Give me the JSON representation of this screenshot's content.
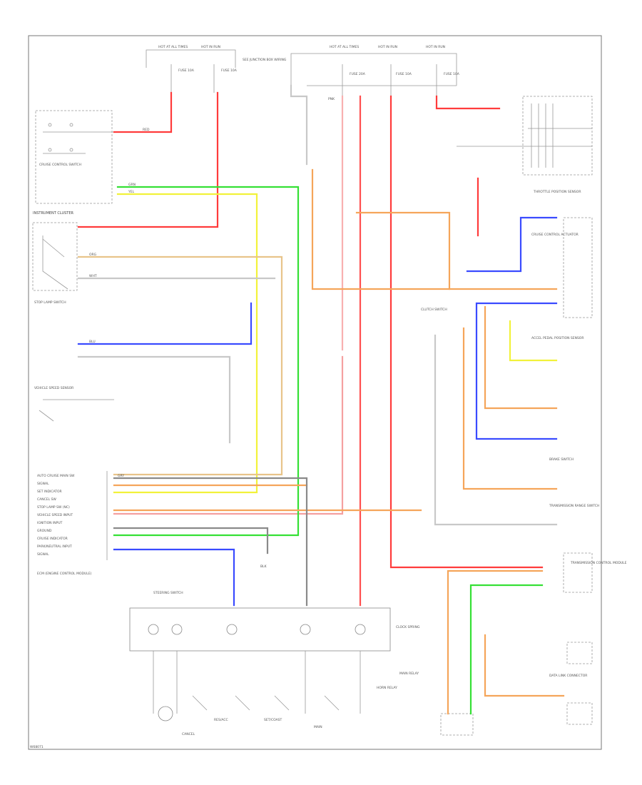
{
  "diagram": {
    "footer_code": "W68071",
    "colors": {
      "red": "#ff3b3b",
      "green": "#35e035",
      "yellow": "#f2f23a",
      "orange": "#f5a55a",
      "tan": "#e8c48a",
      "blue": "#3a4bff",
      "gray": "#8a8a8a",
      "light_gray": "#c8c8c8",
      "black": "#222222"
    },
    "fuse_boxes": {
      "left_1": "HOT AT ALL TIMES",
      "left_2": "HOT IN RUN",
      "mid": "HOT AT ALL TIMES",
      "mid_2": "HOT IN RUN",
      "mid_3": "HOT IN RUN",
      "right_note": "SEE JUNCTION BOX WIRING"
    },
    "fuses": {
      "f1": "FUSE 10A",
      "f2": "FUSE 10A",
      "f3": "FUSE 20A",
      "f4": "FUSE 10A",
      "f5": "FUSE 10A"
    },
    "left_components": {
      "cruise_switch": "CRUISE CONTROL SWITCH",
      "instrument_cluster": "INSTRUMENT CLUSTER",
      "stop_lamp": "STOP LAMP SWITCH",
      "vss": "VEHICLE SPEED SENSOR",
      "ecm": "ECM (ENGINE CONTROL MODULE)"
    },
    "ecm_pins": [
      "AUTO CRUISE MAIN SW",
      "SIGNAL",
      "SET INDICATOR",
      "CANCEL SW",
      "STOP LAMP SW (NC)",
      "VEHICLE SPEED INPUT",
      "IGNITION INPUT",
      "GROUND",
      "CRUISE INDICATOR",
      "PARK/NEUTRAL INPUT",
      "SIGNAL"
    ],
    "right_components": {
      "throttle_sensor": "THROTTLE POSITION SENSOR",
      "actuator": "CRUISE CONTROL ACTUATOR",
      "clutch_switch": "CLUTCH SWITCH",
      "accel_sensor": "ACCEL PEDAL POSITION SENSOR",
      "brake_sw": "BRAKE SWITCH",
      "tcm": "TRANSMISSION CONTROL MODULE",
      "range_sw": "TRANSMISSION RANGE SWITCH",
      "data_link": "DATA LINK CONNECTOR"
    },
    "bottom_components": {
      "steering_switch": "STEERING SWITCH",
      "clock_spring": "CLOCK SPRING",
      "cancel": "CANCEL",
      "resume": "RES/ACC",
      "set": "SET/COAST",
      "main": "MAIN",
      "horn_relay": "HORN RELAY",
      "main_relay": "MAIN RELAY"
    },
    "wire_labels": {
      "red": "RED",
      "grn": "GRN",
      "yel": "YEL",
      "org": "ORG",
      "blu": "BLU",
      "gry": "GRY",
      "blk": "BLK",
      "wht": "WHT",
      "pnk": "PNK"
    }
  }
}
